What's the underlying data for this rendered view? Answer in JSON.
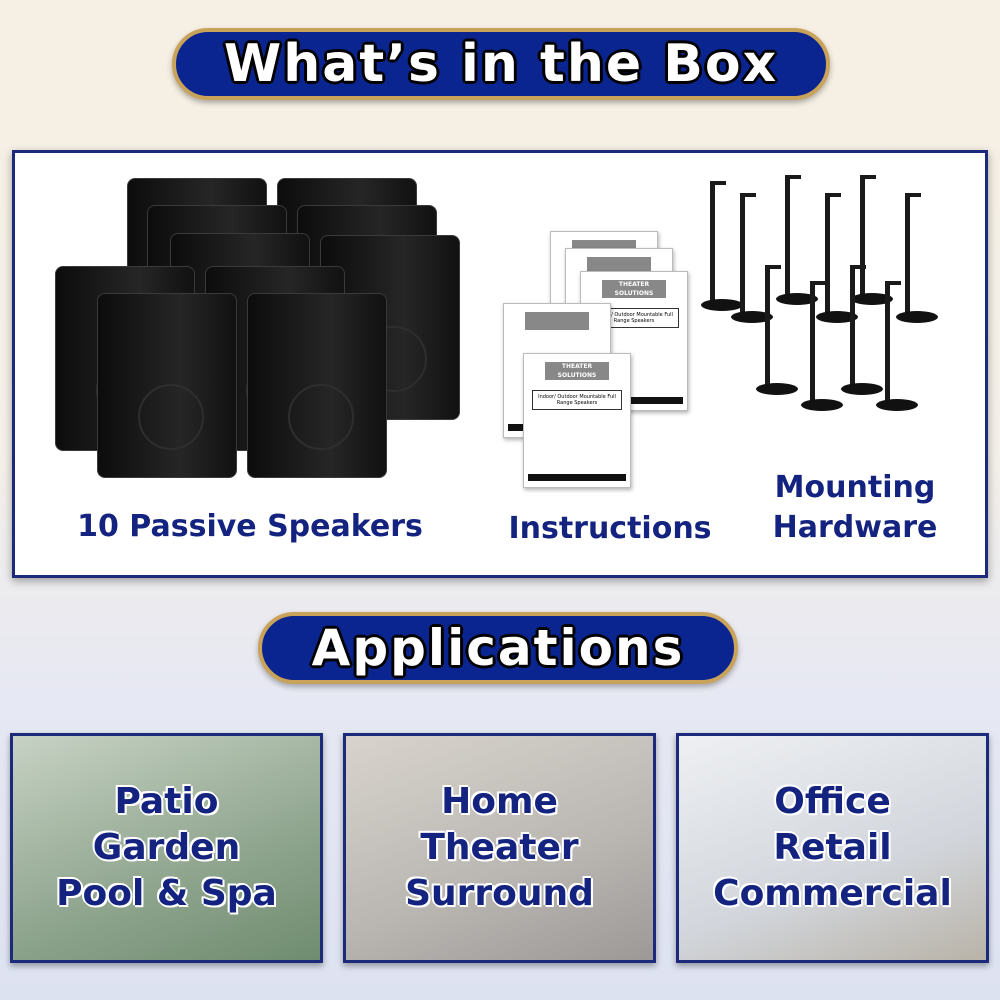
{
  "header": {
    "title": "What’s in the Box"
  },
  "box": {
    "speakers_label": "10 Passive Speakers",
    "instructions_label": "Instructions",
    "hardware_label_line1": "Mounting",
    "hardware_label_line2": "Hardware",
    "manual": {
      "logo_line1": "THEATER",
      "logo_line2": "SOLUTIONS",
      "title": "Indoor/ Outdoor Mountable Full Range Speakers"
    }
  },
  "applications": {
    "title": "Applications",
    "items": [
      {
        "lines": [
          "Patio",
          "Garden",
          "Pool & Spa"
        ],
        "bg": "#9fb0a0"
      },
      {
        "lines": [
          "Home",
          "Theater",
          "Surround"
        ],
        "bg": "#c9c6c2"
      },
      {
        "lines": [
          "Office",
          "Retail",
          "Commercial"
        ],
        "bg": "#d9dde4"
      }
    ]
  },
  "colors": {
    "navy": "#0b2590",
    "gold": "#c9a35a",
    "label": "#13237f"
  }
}
